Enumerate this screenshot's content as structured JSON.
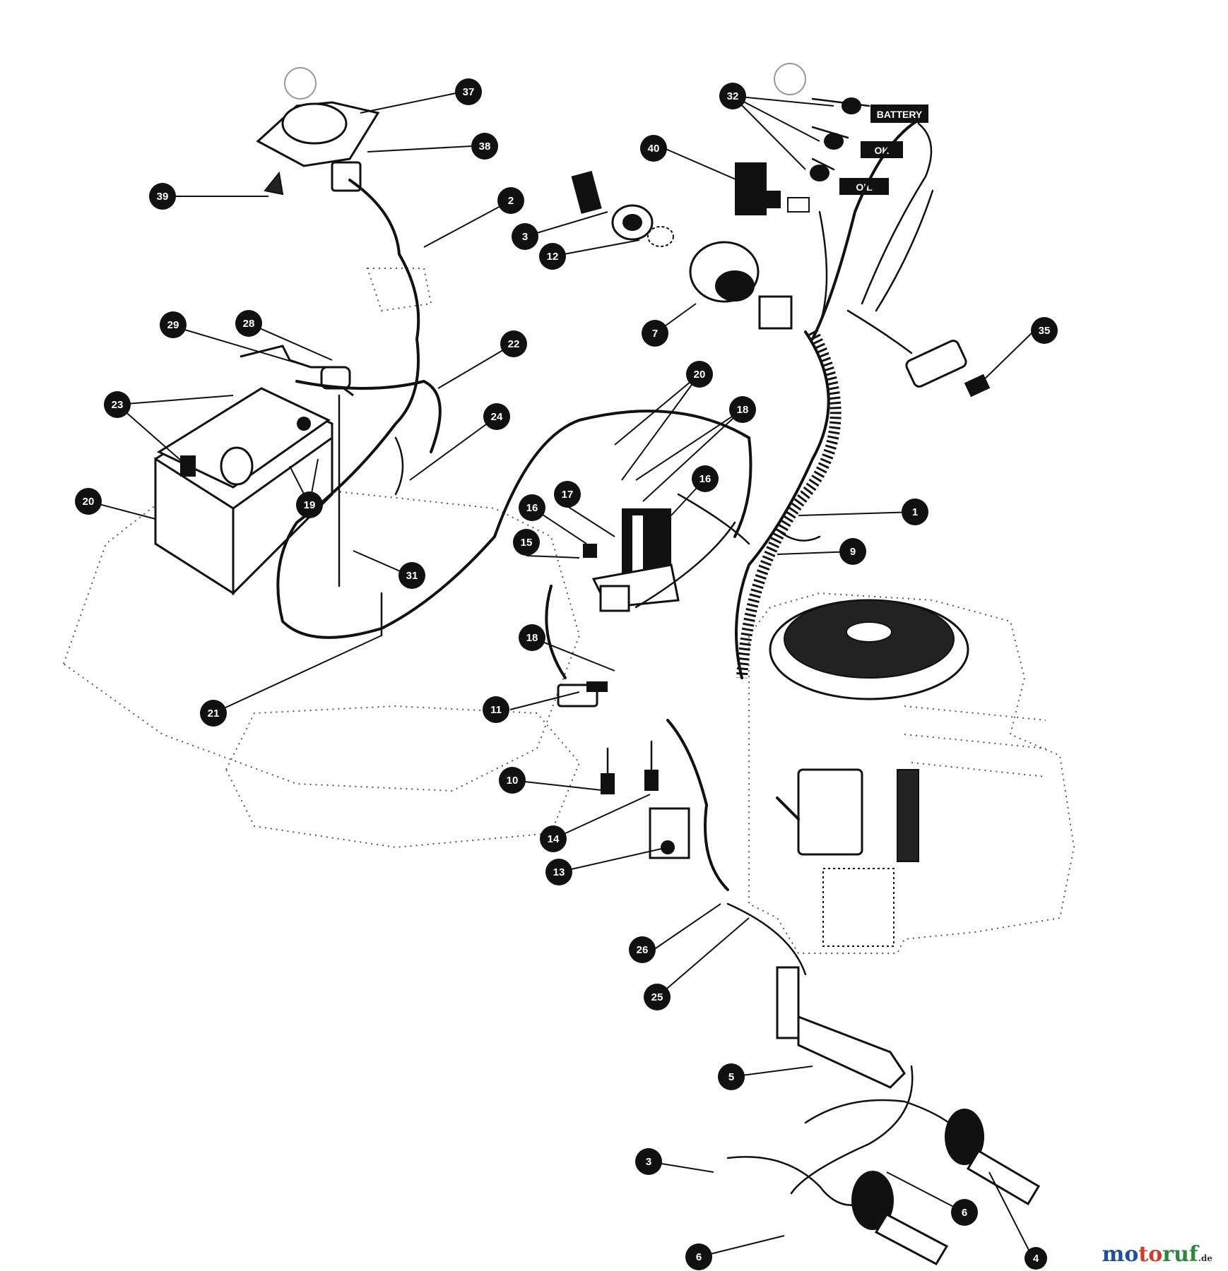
{
  "diagram": {
    "switch_tags": [
      "BATTERY",
      "OK",
      "OIL"
    ]
  },
  "callouts": [
    {
      "id": "c-top-a",
      "label": "37"
    },
    {
      "id": "c-top-b",
      "label": "38"
    },
    {
      "id": "c-top-c",
      "label": "39"
    },
    {
      "id": "c-top-d",
      "label": "2"
    },
    {
      "id": "c-top-e",
      "label": "3"
    },
    {
      "id": "c-top-f",
      "label": "12"
    },
    {
      "id": "c-top-g",
      "label": "32"
    },
    {
      "id": "c-top-h",
      "label": "40"
    },
    {
      "id": "c-top-i",
      "label": "7"
    },
    {
      "id": "c-top-j",
      "label": "35"
    },
    {
      "id": "c-bat-a",
      "label": "29"
    },
    {
      "id": "c-bat-b",
      "label": "28"
    },
    {
      "id": "c-bat-c",
      "label": "23"
    },
    {
      "id": "c-bat-d",
      "label": "20"
    },
    {
      "id": "c-bat-e",
      "label": "19"
    },
    {
      "id": "c-bat-f",
      "label": "22"
    },
    {
      "id": "c-bat-g",
      "label": "24"
    },
    {
      "id": "c-mid-a",
      "label": "20"
    },
    {
      "id": "c-mid-b",
      "label": "18"
    },
    {
      "id": "c-mid-c",
      "label": "16"
    },
    {
      "id": "c-mid-d",
      "label": "17"
    },
    {
      "id": "c-mid-e",
      "label": "15"
    },
    {
      "id": "c-mid-f",
      "label": "16"
    },
    {
      "id": "c-mid-g",
      "label": "1"
    },
    {
      "id": "c-mid-h",
      "label": "9"
    },
    {
      "id": "c-mid-i",
      "label": "18"
    },
    {
      "id": "c-mid-j",
      "label": "31"
    },
    {
      "id": "c-mid-k",
      "label": "21"
    },
    {
      "id": "c-low-a",
      "label": "11"
    },
    {
      "id": "c-low-b",
      "label": "10"
    },
    {
      "id": "c-low-c",
      "label": "14"
    },
    {
      "id": "c-low-d",
      "label": "13"
    },
    {
      "id": "c-low-e",
      "label": "26"
    },
    {
      "id": "c-low-f",
      "label": "25"
    },
    {
      "id": "c-low-g",
      "label": "5"
    },
    {
      "id": "c-low-h",
      "label": "3"
    },
    {
      "id": "c-low-i",
      "label": "6"
    },
    {
      "id": "c-low-j",
      "label": "6"
    },
    {
      "id": "c-low-k",
      "label": "4"
    }
  ],
  "watermark": {
    "part1": "mo",
    "part2": "to",
    "part3": "ruf",
    "suffix": ".de"
  }
}
